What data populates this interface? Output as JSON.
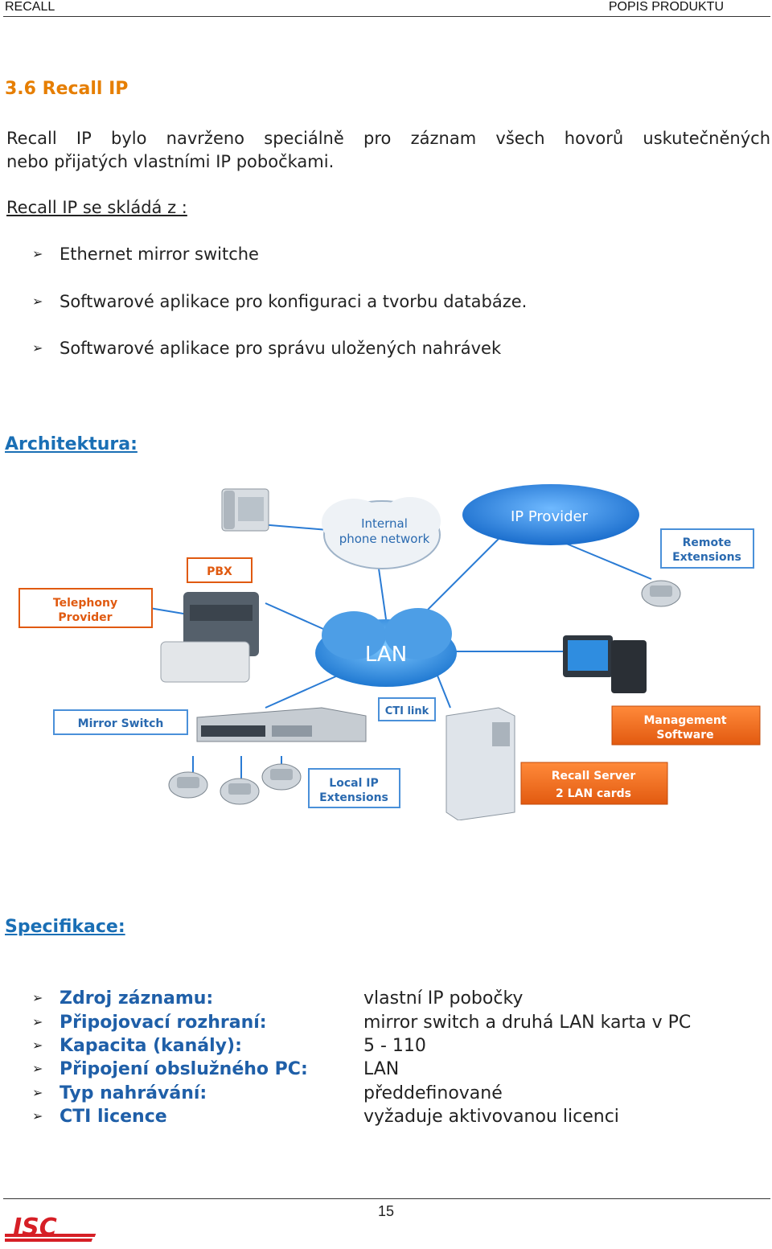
{
  "header": {
    "left": "RECALL",
    "right": "POPIS PRODUKTU"
  },
  "section_title": "3.6  Recall IP",
  "intro_line1": "Recall IP bylo navrženo speciálně pro záznam všech hovorů uskutečněných",
  "intro_line2": "nebo přijatých vlastními IP pobočkami.",
  "composition_label": "Recall IP se skládá z :",
  "components": [
    "Ethernet mirror switche",
    "Softwarové aplikace pro konfiguraci a tvorbu databáze.",
    "Softwarové aplikace pro správu uložených nahrávek"
  ],
  "architecture_heading": "Architektura:",
  "diagram": {
    "internal_network": [
      "Internal",
      "phone network"
    ],
    "ip_provider": "IP Provider",
    "remote_extensions": [
      "Remote",
      "Extensions"
    ],
    "pbx": "PBX",
    "telephony_provider": [
      "Telephony",
      "Provider"
    ],
    "lan": "LAN",
    "mirror_switch": "Mirror Switch",
    "cti_link": "CTI link",
    "management_software": [
      "Management",
      "Software"
    ],
    "local_ip_extensions": [
      "Local IP",
      "Extensions"
    ],
    "recall_server": [
      "Recall Server",
      "2 LAN cards"
    ]
  },
  "spec_heading": "Specifikace:",
  "specs": [
    {
      "key": "Zdroj záznamu:",
      "value": "vlastní IP pobočky"
    },
    {
      "key": "Připojovací rozhraní:",
      "value": "mirror switch a druhá LAN karta v PC"
    },
    {
      "key": "Kapacita (kanály):",
      "value": "5 - 110"
    },
    {
      "key": "Připojení obslužného PC:",
      "value": "LAN"
    },
    {
      "key": "Typ nahrávání:",
      "value": "předdefinované"
    },
    {
      "key": "CTI licence",
      "value": "vyžaduje aktivovanou licenci"
    }
  ],
  "page_number": "15",
  "logo_text": "ISC",
  "colors": {
    "title_orange": "#e67e00",
    "heading_blue": "#1a6fb5",
    "spec_blue": "#1f5fa8"
  }
}
